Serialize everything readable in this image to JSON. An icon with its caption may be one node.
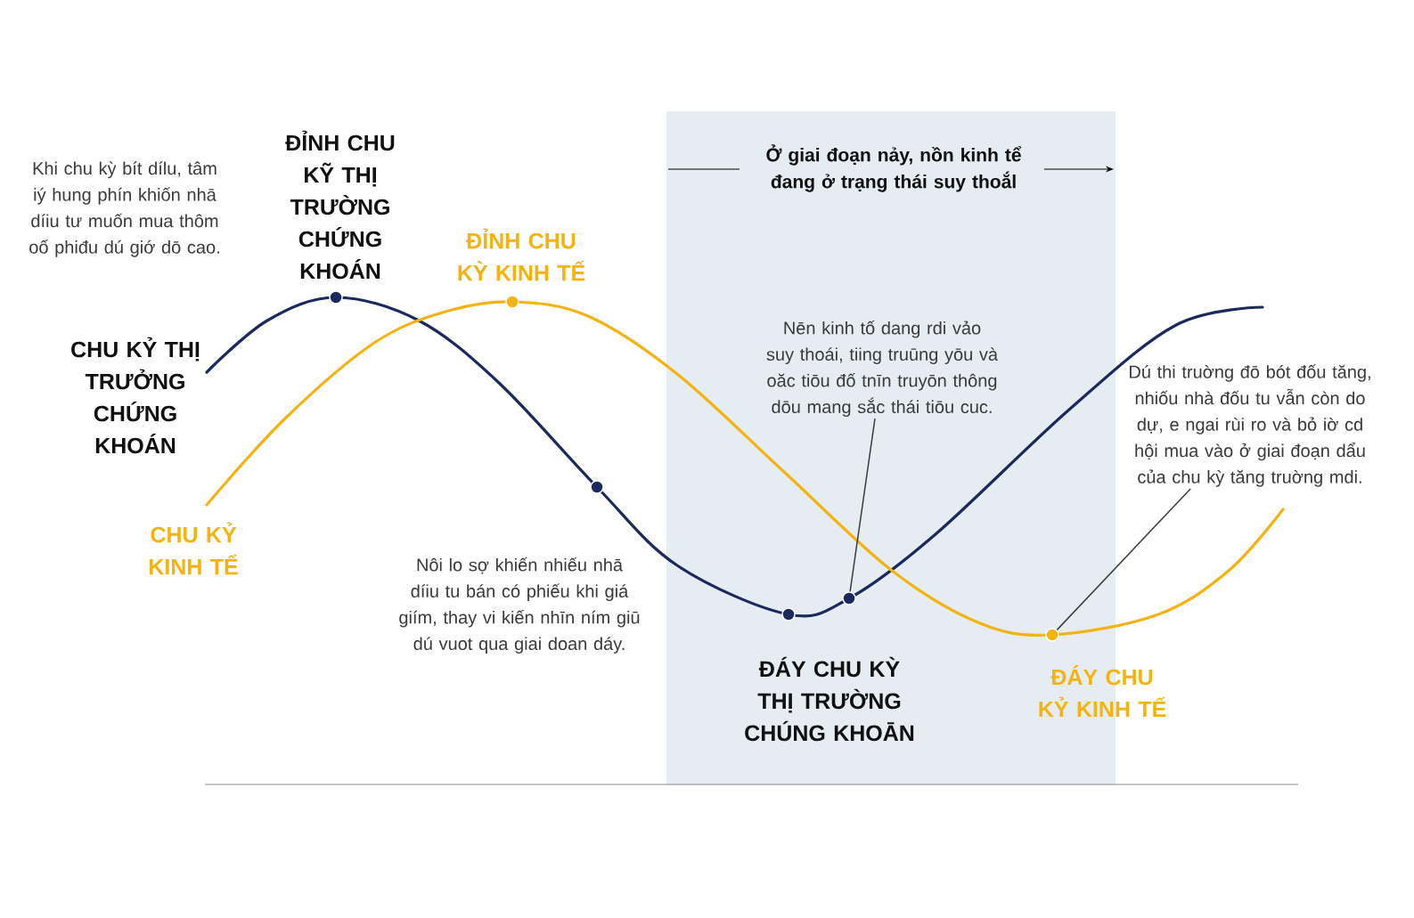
{
  "diagram": {
    "nodes": [
      {
        "text": [
          "Nēn kinh tố dang rdi vảo suy thoái, tiing truūng yōu và oăc tiōu đố tnīn truyōn thông dōu mang sắc thái tiōu cuc."
        ]
      },
      {
        "text": [],
        "shape": "circle"
      },
      {
        "text": [
          "Dú thi truờng đō bót đốu tăng, nhiốu nhà đốu tu vẫn còn do dự, e ngai rùi ro và bỏ iờ cd hội mua vào ở giai đoạn dẩu của chu kỳ tăng truờng mdi."
        ]
      },
      {
        "text": [],
        "shape": "circle"
      }
    ],
    "edges": [
      {
        "from": 0,
        "to": 1,
        "arrow": "none"
      },
      {
        "from": 2,
        "to": 3,
        "arrow": "none"
      }
    ],
    "labels": [
      "Khi chu kỳ bít dílu, tâm iý hung phín khiốn nhā díiu tư muốn mua thôm oố phiđu dú giớ dō cao.",
      "ĐỈNH CHU KỸ THỊ TRƯỜNG CHỨNG KHOÁN",
      "Ở giai đoạn nảy, nồn kinh tể đang ở trạng thái suy thoắl",
      "ĐỈNH CHU KỲ KINH TẾ",
      "CHU KỶ THỊ TRƯỞNG CHỨNG KHOÁN",
      "CHU KỶ KINH TỂ",
      "Nôi lo sợ khiến nhiếu nhā díiu tu bán có phiếu khi giá giím, thay vi kiến nhīn ním giū dú vuot qua giai doan dáy.",
      "ĐÁY CHU KỲ THỊ TRƯỜNG CHÚNG KHOĀN",
      "ĐÁY CHU KỶ KINH TẾ"
    ]
  }
}
